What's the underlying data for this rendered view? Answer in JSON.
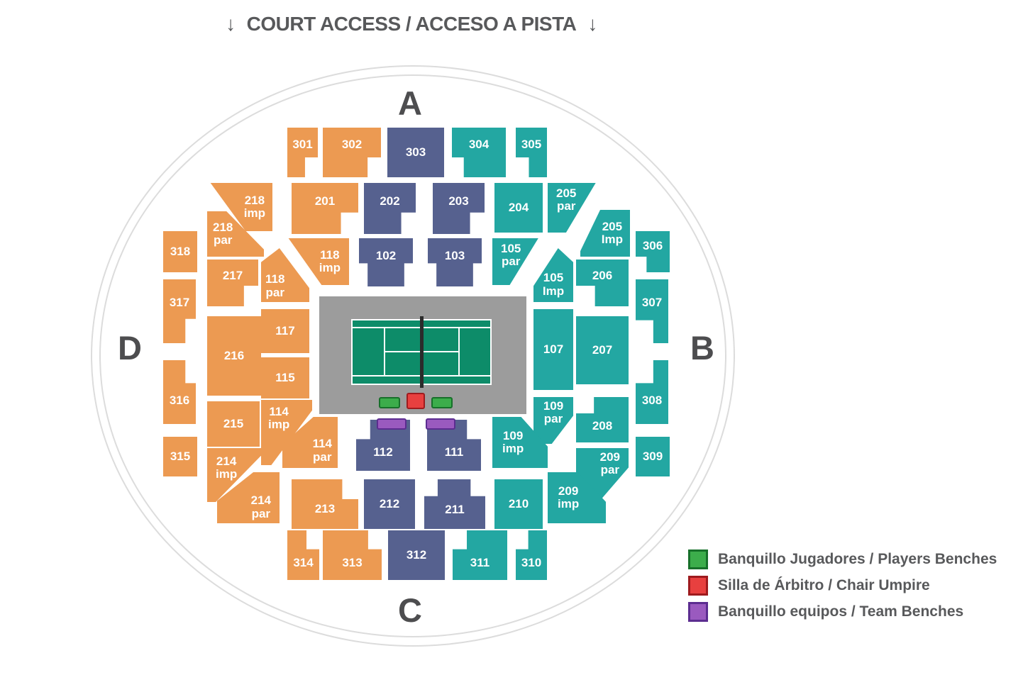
{
  "title": {
    "text": "COURT ACCESS / ACCESO A PISTA",
    "arrow": "↓"
  },
  "stands": {
    "a": "A",
    "b": "B",
    "c": "C",
    "d": "D"
  },
  "palette": {
    "orange": "#ec9a52",
    "blue": "#56618f",
    "teal": "#23a7a2",
    "court_surround": "#9c9c9c",
    "court_green": "#0d8c69",
    "court_line": "#ffffff",
    "net": "#2b2b2b",
    "players_bench": "#3cad4b",
    "umpire_chair": "#e8403f",
    "team_bench": "#9a5abf",
    "text_gray": "#58595b",
    "ring_gray": "#dcdcdc"
  },
  "legend": {
    "items": [
      {
        "id": "players-benches",
        "color": "#3cad4b",
        "label": "Banquillo Jugadores / Players Benches"
      },
      {
        "id": "chair-umpire",
        "color": "#e8403f",
        "label": "Silla de Árbitro / Chair Umpire"
      },
      {
        "id": "team-benches",
        "color": "#9a5abf",
        "label": "Banquillo equipos / Team Benches"
      }
    ]
  },
  "sections": {
    "301": {
      "label": "301",
      "color": "orange"
    },
    "302": {
      "label": "302",
      "color": "orange"
    },
    "303": {
      "label": "303",
      "color": "blue"
    },
    "304": {
      "label": "304",
      "color": "teal"
    },
    "305": {
      "label": "305",
      "color": "teal"
    },
    "218imp": {
      "label": "218\nimp",
      "color": "orange"
    },
    "201": {
      "label": "201",
      "color": "orange"
    },
    "202": {
      "label": "202",
      "color": "blue"
    },
    "203": {
      "label": "203",
      "color": "blue"
    },
    "204": {
      "label": "204",
      "color": "teal"
    },
    "205par": {
      "label": "205\npar",
      "color": "teal"
    },
    "218par": {
      "label": "218\npar",
      "color": "orange"
    },
    "205imp": {
      "label": "205\nImp",
      "color": "teal"
    },
    "118imp": {
      "label": "118\nimp",
      "color": "orange"
    },
    "102": {
      "label": "102",
      "color": "blue"
    },
    "103": {
      "label": "103",
      "color": "blue"
    },
    "105par": {
      "label": "105\npar",
      "color": "teal"
    },
    "118par": {
      "label": "118\npar",
      "color": "orange"
    },
    "105imp": {
      "label": "105\nImp",
      "color": "teal"
    },
    "318": {
      "label": "318",
      "color": "orange"
    },
    "317": {
      "label": "317",
      "color": "orange"
    },
    "316": {
      "label": "316",
      "color": "orange"
    },
    "315": {
      "label": "315",
      "color": "orange"
    },
    "217": {
      "label": "217",
      "color": "orange"
    },
    "216": {
      "label": "216",
      "color": "orange"
    },
    "215": {
      "label": "215",
      "color": "orange"
    },
    "214imp": {
      "label": "214\nimp",
      "color": "orange"
    },
    "117": {
      "label": "117",
      "color": "orange"
    },
    "115": {
      "label": "115",
      "color": "orange"
    },
    "114imp": {
      "label": "114\nimp",
      "color": "orange"
    },
    "114par": {
      "label": "114\npar",
      "color": "orange"
    },
    "107": {
      "label": "107",
      "color": "teal"
    },
    "109par": {
      "label": "109\npar",
      "color": "teal"
    },
    "206": {
      "label": "206",
      "color": "teal"
    },
    "207": {
      "label": "207",
      "color": "teal"
    },
    "208": {
      "label": "208",
      "color": "teal"
    },
    "209par": {
      "label": "209\npar",
      "color": "teal"
    },
    "306": {
      "label": "306",
      "color": "teal"
    },
    "307": {
      "label": "307",
      "color": "teal"
    },
    "308": {
      "label": "308",
      "color": "teal"
    },
    "309": {
      "label": "309",
      "color": "teal"
    },
    "112": {
      "label": "112",
      "color": "blue"
    },
    "111": {
      "label": "111",
      "color": "blue"
    },
    "109imp": {
      "label": "109\nimp",
      "color": "teal"
    },
    "214par": {
      "label": "214\npar",
      "color": "orange"
    },
    "213": {
      "label": "213",
      "color": "orange"
    },
    "212": {
      "label": "212",
      "color": "blue"
    },
    "211": {
      "label": "211",
      "color": "blue"
    },
    "210": {
      "label": "210",
      "color": "teal"
    },
    "209imp": {
      "label": "209\nimp",
      "color": "teal"
    },
    "314": {
      "label": "314",
      "color": "orange"
    },
    "313": {
      "label": "313",
      "color": "orange"
    },
    "312": {
      "label": "312",
      "color": "blue"
    },
    "311": {
      "label": "311",
      "color": "teal"
    },
    "310": {
      "label": "310",
      "color": "teal"
    }
  }
}
